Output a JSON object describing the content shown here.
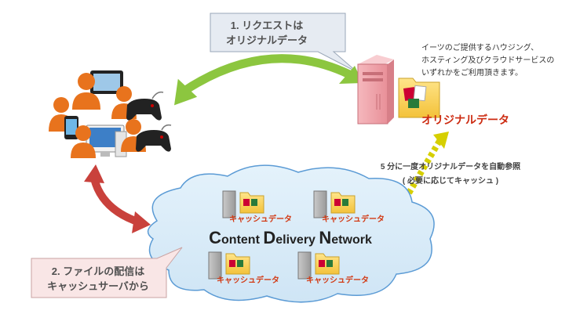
{
  "request_callout": {
    "line1": "1. リクエストは",
    "line2": "オリジナルデータ"
  },
  "delivery_callout": {
    "line1": "2. ファイルの配信は",
    "line2": "キャッシュサーバから"
  },
  "hosting_note": {
    "line1": "イーツのご提供するハウジング、",
    "line2": "ホスティング及びクラウドサービスの",
    "line3": "いずれかをご利用頂きます。"
  },
  "origin_label": "オリジナルデータ",
  "auto_reference": {
    "line1": "5 分に一度オリジナルデータを自動参照",
    "line2": "( 必要に応じてキャッシュ )"
  },
  "cdn": {
    "c": "C",
    "ontent": "ontent ",
    "d": "D",
    "elivery": "elivery ",
    "n": "N",
    "etwork": "etwork"
  },
  "cache_label": "キャッシュデータ",
  "colors": {
    "request_arrow": "#8cc63f",
    "delivery_arrow": "#c9413c",
    "reference_arrow": "#d6cf00",
    "cloud_fill": "#d5e9f6",
    "cloud_stroke": "#5b9bd5",
    "callout_fill": "#e6ebf2",
    "delivery_callout_fill": "#f9e6e6",
    "user_orange": "#e8731d",
    "server_pink": "#f0a5ac"
  }
}
